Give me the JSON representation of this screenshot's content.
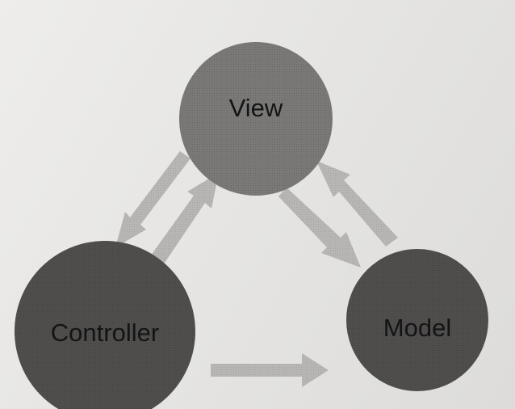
{
  "diagram": {
    "nodes": [
      {
        "id": "view",
        "label": "View"
      },
      {
        "id": "controller",
        "label": "Controller"
      },
      {
        "id": "model",
        "label": "Model"
      }
    ],
    "edges": [
      {
        "from": "view",
        "to": "controller"
      },
      {
        "from": "controller",
        "to": "view"
      },
      {
        "from": "view",
        "to": "model"
      },
      {
        "from": "model",
        "to": "view"
      },
      {
        "from": "controller",
        "to": "model"
      }
    ]
  },
  "colors": {
    "background": "#e8e7e5",
    "node_light": "#7a7978",
    "node_dark": "#4f4e4d",
    "arrow": "#b7b6b4",
    "text": "#141414"
  }
}
